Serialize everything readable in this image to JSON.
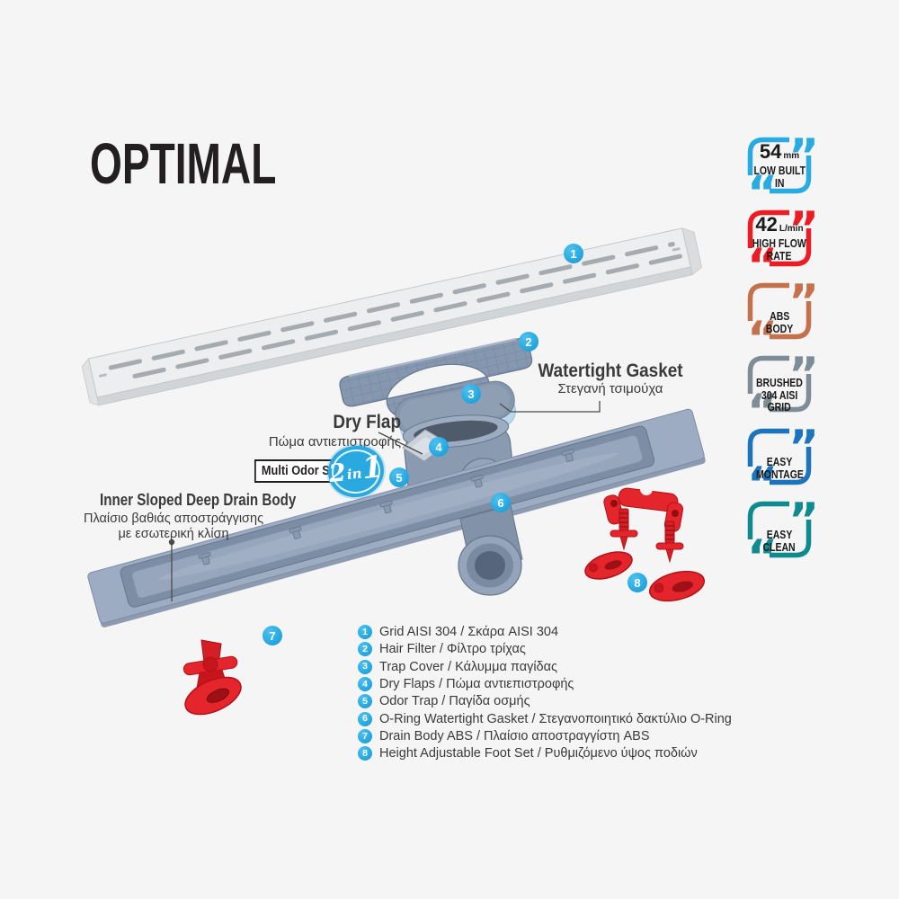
{
  "title": "OPTIMAL",
  "colors": {
    "background": "#F5F5F5",
    "callout_cyan": "#29ABE2",
    "badge_blue": "#29ABE2",
    "badge_red": "#EC1C24",
    "badge_terracotta": "#C4714C",
    "badge_gray": "#7D8C96",
    "badge_dark_blue": "#1C75BC",
    "badge_teal": "#0F8B90",
    "red_parts": "#E5252C",
    "body_gray_blue": "#9DACC2",
    "steel_grid": "#EDEEEF",
    "gasket_light_blue": "#BCD8EC"
  },
  "badges": [
    {
      "value": "54",
      "unit": "mm",
      "lines": [
        "LOW BUILT",
        "IN"
      ],
      "color": "#29ABE2"
    },
    {
      "value": "42",
      "unit": "L/min",
      "lines": [
        "HIGH FLOW",
        "RATE"
      ],
      "color": "#EC1C24"
    },
    {
      "lines": [
        "ABS",
        "BODY"
      ],
      "color": "#C4714C"
    },
    {
      "lines": [
        "BRUSHED",
        "304 AISI",
        "GRID"
      ],
      "color": "#7D8C96"
    },
    {
      "lines": [
        "EASY",
        "MONTAGE"
      ],
      "color": "#1C75BC"
    },
    {
      "lines": [
        "EASY",
        "CLEAN"
      ],
      "color": "#0F8B90"
    }
  ],
  "diagram": {
    "callouts": [
      "1",
      "2",
      "3",
      "4",
      "5",
      "6",
      "7",
      "8"
    ],
    "labels": {
      "watertight_gasket_en": "Watertight Gasket",
      "watertight_gasket_el": "Στεγανή τσιμούχα",
      "dry_flap_en": "Dry Flap",
      "dry_flap_el": "Πώμα αντιεπιστροφής",
      "multi_odor_stop": "Multi Odor Stop",
      "two_in_one": {
        "two": "2",
        "in": "in",
        "one": "1"
      },
      "inner_sloped_en": "Inner Sloped Deep Drain Body",
      "inner_sloped_el1": "Πλαίσιο βαθιάς αποστράγγισης",
      "inner_sloped_el2": "με εσωτερική κλίση"
    }
  },
  "parts_list": [
    {
      "num": "1",
      "text": "Grid AISI 304 / Σκάρα AISI 304"
    },
    {
      "num": "2",
      "text": "Hair Filter / Φίλτρο τρίχας"
    },
    {
      "num": "3",
      "text": "Trap Cover / Κάλυμμα παγίδας"
    },
    {
      "num": "4",
      "text": "Dry Flaps / Πώμα αντιεπιστροφής"
    },
    {
      "num": "5",
      "text": "Odor Trap / Παγίδα οσμής"
    },
    {
      "num": "6",
      "text": "O-Ring Watertight Gasket / Στεγανοποιητικό δακτύλιο O-Ring"
    },
    {
      "num": "7",
      "text": "Drain Body ABS / Πλαίσιο αποστραγγίστη ABS"
    },
    {
      "num": "8",
      "text": "Height Adjustable Foot Set / Ρυθμιζόμενο ύψος ποδιών"
    }
  ]
}
